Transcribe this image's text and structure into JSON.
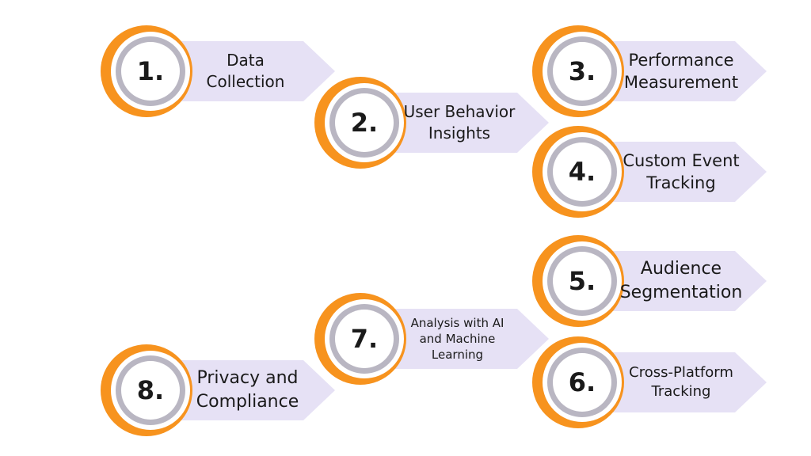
{
  "steps": [
    {
      "number": "1.",
      "label_line1": "Data",
      "label_line2": "Collection",
      "label_line3": ""
    },
    {
      "number": "2.",
      "label_line1": "User Behavior",
      "label_line2": "Insights",
      "label_line3": ""
    },
    {
      "number": "3.",
      "label_line1": "Performance",
      "label_line2": "Measurement",
      "label_line3": ""
    },
    {
      "number": "4.",
      "label_line1": "Custom Event",
      "label_line2": "Tracking",
      "label_line3": ""
    },
    {
      "number": "5.",
      "label_line1": "Audience",
      "label_line2": "Segmentation",
      "label_line3": ""
    },
    {
      "number": "6.",
      "label_line1": "Cross-Platform",
      "label_line2": "Tracking",
      "label_line3": ""
    },
    {
      "number": "7.",
      "label_line1": "Analysis with AI",
      "label_line2": "and Machine",
      "label_line3": "Learning"
    },
    {
      "number": "8.",
      "label_line1": "Privacy and",
      "label_line2": "Compliance",
      "label_line3": ""
    }
  ],
  "colors": {
    "ring_orange": "#F7931E",
    "ring_gray": "#B9B6C2",
    "badge_fill": "#FFFFFF",
    "arrow_fill": "#E6E1F5",
    "text": "#1A1A1A"
  }
}
